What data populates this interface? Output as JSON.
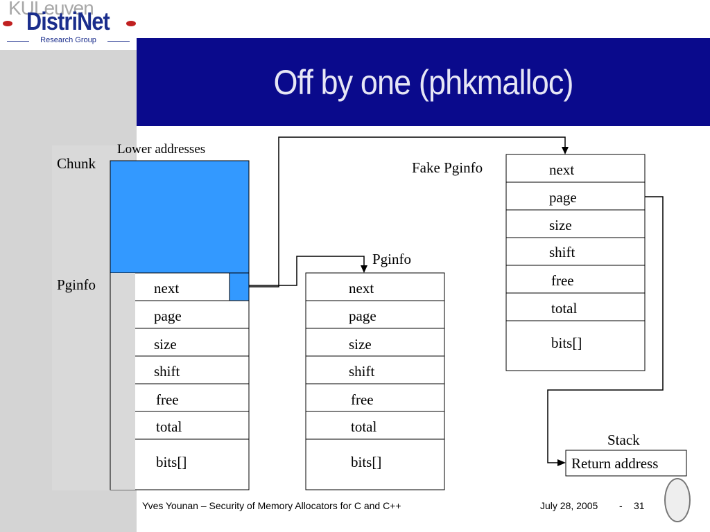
{
  "header": {
    "watermark": "KULeuven",
    "brand": "DistriNet",
    "subtitle": "Research Group",
    "title": "Off by one (phkmalloc)"
  },
  "diagram": {
    "lower_addresses": "Lower addresses",
    "chunk_label": "Chunk",
    "pginfo_left_label": "Pginfo",
    "pginfo_mid_label": "Pginfo",
    "fake_pginfo_label": "Fake Pginfo",
    "stack_label": "Stack",
    "return_address": "Return address",
    "left_fields": [
      "next",
      "page",
      "size",
      "shift",
      "free",
      "total",
      "bits[]"
    ],
    "mid_fields": [
      "next",
      "page",
      "size",
      "shift",
      "free",
      "total",
      "bits[]"
    ],
    "fake_fields": [
      "next",
      "page",
      "size",
      "shift",
      "free",
      "total",
      "bits[]"
    ],
    "colors": {
      "chunk_fill": "#3399ff",
      "title_band": "#0a0a8c"
    }
  },
  "footer": {
    "author": "Yves Younan – Security of Memory Allocators for C and C++",
    "date": "July 28, 2005",
    "separator": "-",
    "page": "31"
  }
}
